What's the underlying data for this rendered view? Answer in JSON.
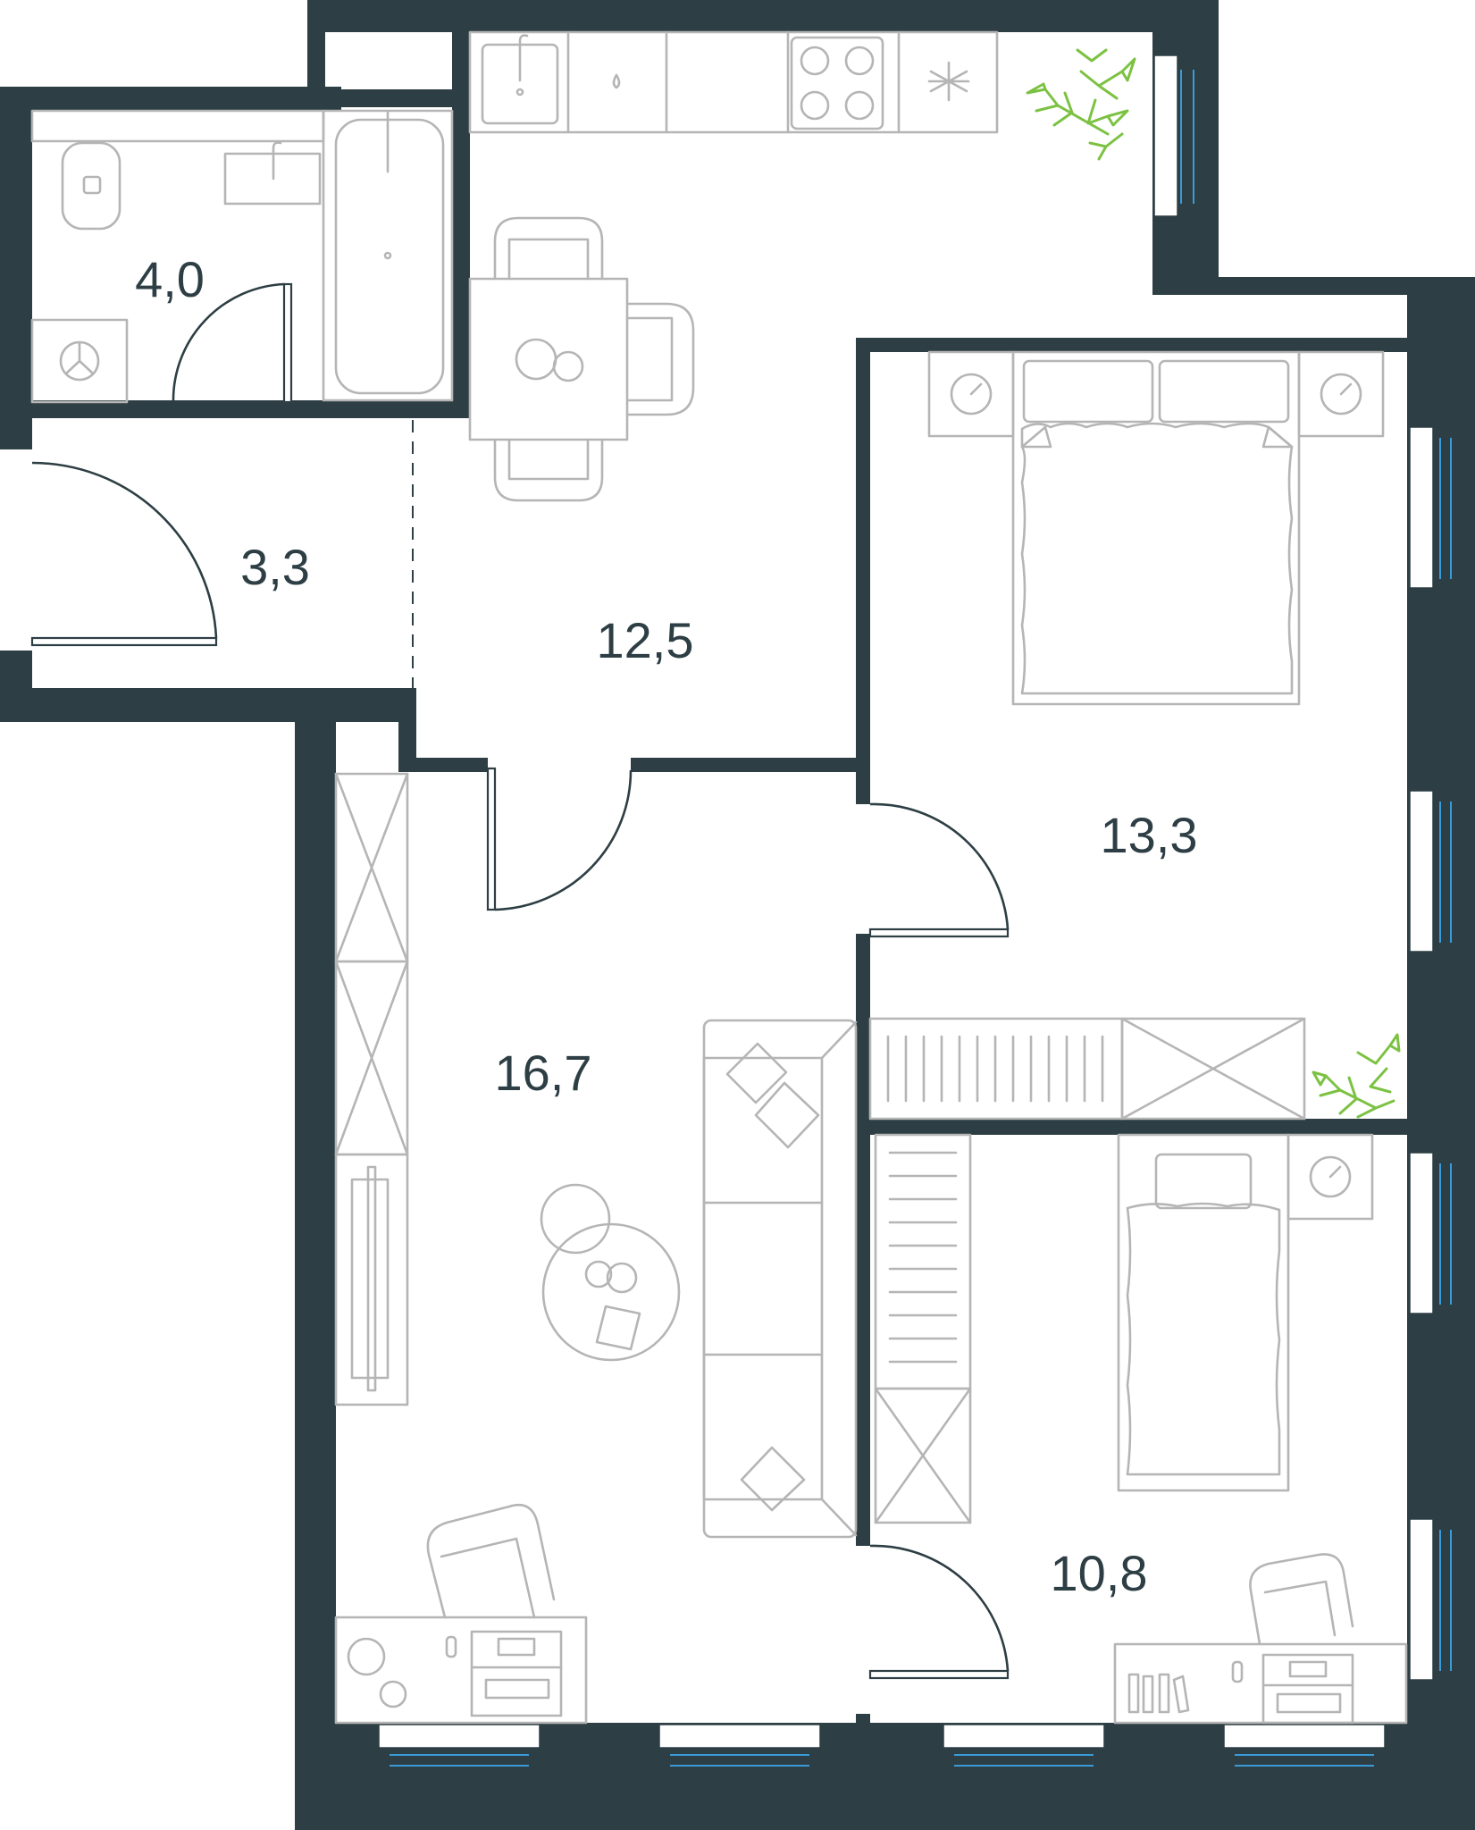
{
  "rooms": [
    {
      "id": "bathroom",
      "area": "4,0"
    },
    {
      "id": "hall",
      "area": "3,3"
    },
    {
      "id": "kitchen",
      "area": "12,5"
    },
    {
      "id": "bedroom",
      "area": "13,3"
    },
    {
      "id": "living",
      "area": "16,7"
    },
    {
      "id": "kids-room",
      "area": "10,8"
    }
  ],
  "colors": {
    "walls": "#2d3e44",
    "furniture": "#b5b5b5",
    "windows": "#3a9bd9",
    "plants": "#7cc242",
    "background": "#ffffff"
  },
  "icons": [
    "toilet-icon",
    "sink-icon",
    "bathtub-icon",
    "washing-machine-icon",
    "stove-icon",
    "fridge-icon",
    "bed-icon",
    "sofa-icon",
    "table-icon",
    "chair-icon",
    "wardrobe-icon",
    "desk-icon",
    "plant-icon",
    "tv-icon"
  ]
}
